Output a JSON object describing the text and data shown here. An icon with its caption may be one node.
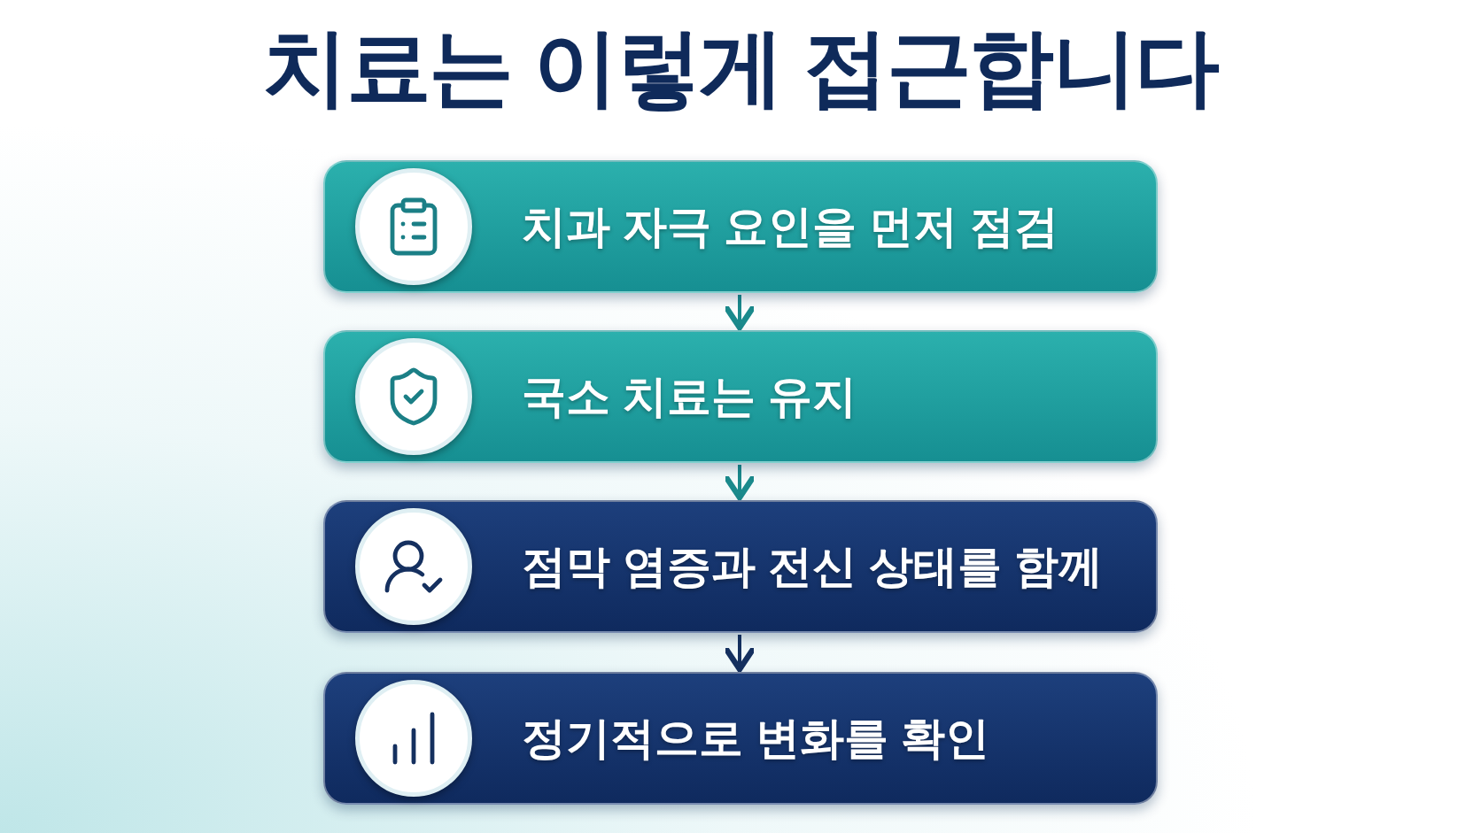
{
  "diagram": {
    "title": "치료는 이렇게 접근합니다",
    "nodes": [
      {
        "text": [
          "치과 자극 요인을 먼저 점검"
        ]
      },
      {
        "text": [
          "국소 치료는 유지"
        ]
      },
      {
        "text": [
          "점막 염증과 전신 상태를 함께"
        ]
      },
      {
        "text": [
          "정기적으로 변화를 확인"
        ]
      }
    ],
    "edges": [
      {
        "from": 0,
        "to": 1,
        "arrow": "to"
      },
      {
        "from": 1,
        "to": 2,
        "arrow": "to"
      },
      {
        "from": 2,
        "to": 3,
        "arrow": "to"
      }
    ]
  }
}
